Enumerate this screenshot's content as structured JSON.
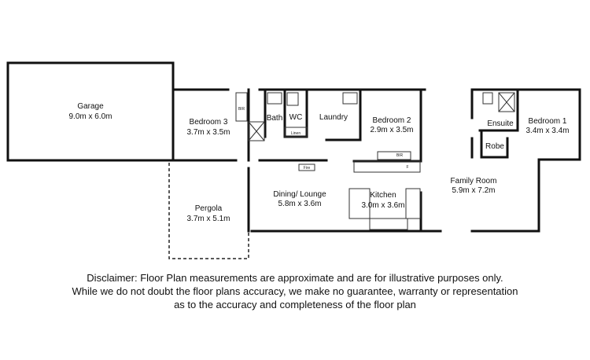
{
  "rooms": {
    "garage": {
      "name": "Garage",
      "size": "9.0m x 6.0m"
    },
    "bedroom3": {
      "name": "Bedroom 3",
      "size": "3.7m x 3.5m"
    },
    "bath": {
      "name": "Bath"
    },
    "wc": {
      "name": "WC"
    },
    "laundry": {
      "name": "Laundry"
    },
    "bedroom2": {
      "name": "Bedroom 2",
      "size": "2.9m x 3.5m"
    },
    "ensuite": {
      "name": "Ensuite"
    },
    "bedroom1": {
      "name": "Bedroom 1",
      "size": "3.4m x 3.4m"
    },
    "robe": {
      "name": "Robe"
    },
    "family": {
      "name": "Family Room",
      "size": "5.9m x 7.2m"
    },
    "dining": {
      "name": "Dining/ Lounge",
      "size": "5.8m x 3.6m"
    },
    "kitchen": {
      "name": "Kitchen",
      "size": "3.0m x 3.6m"
    },
    "pergola": {
      "name": "Pergola",
      "size": "3.7m x 5.1m"
    }
  },
  "fixtures": {
    "bir1": "BIR",
    "bir2": "BIR",
    "linen": "Linen",
    "fire": "Fire",
    "fridge": "F"
  },
  "disclaimer": [
    "Disclaimer: Floor Plan measurements are approximate and are for illustrative purposes only.",
    "While we do not doubt the floor plans accuracy, we make no guarantee, warranty or representation",
    "as to the accuracy and completeness of the floor plan"
  ]
}
